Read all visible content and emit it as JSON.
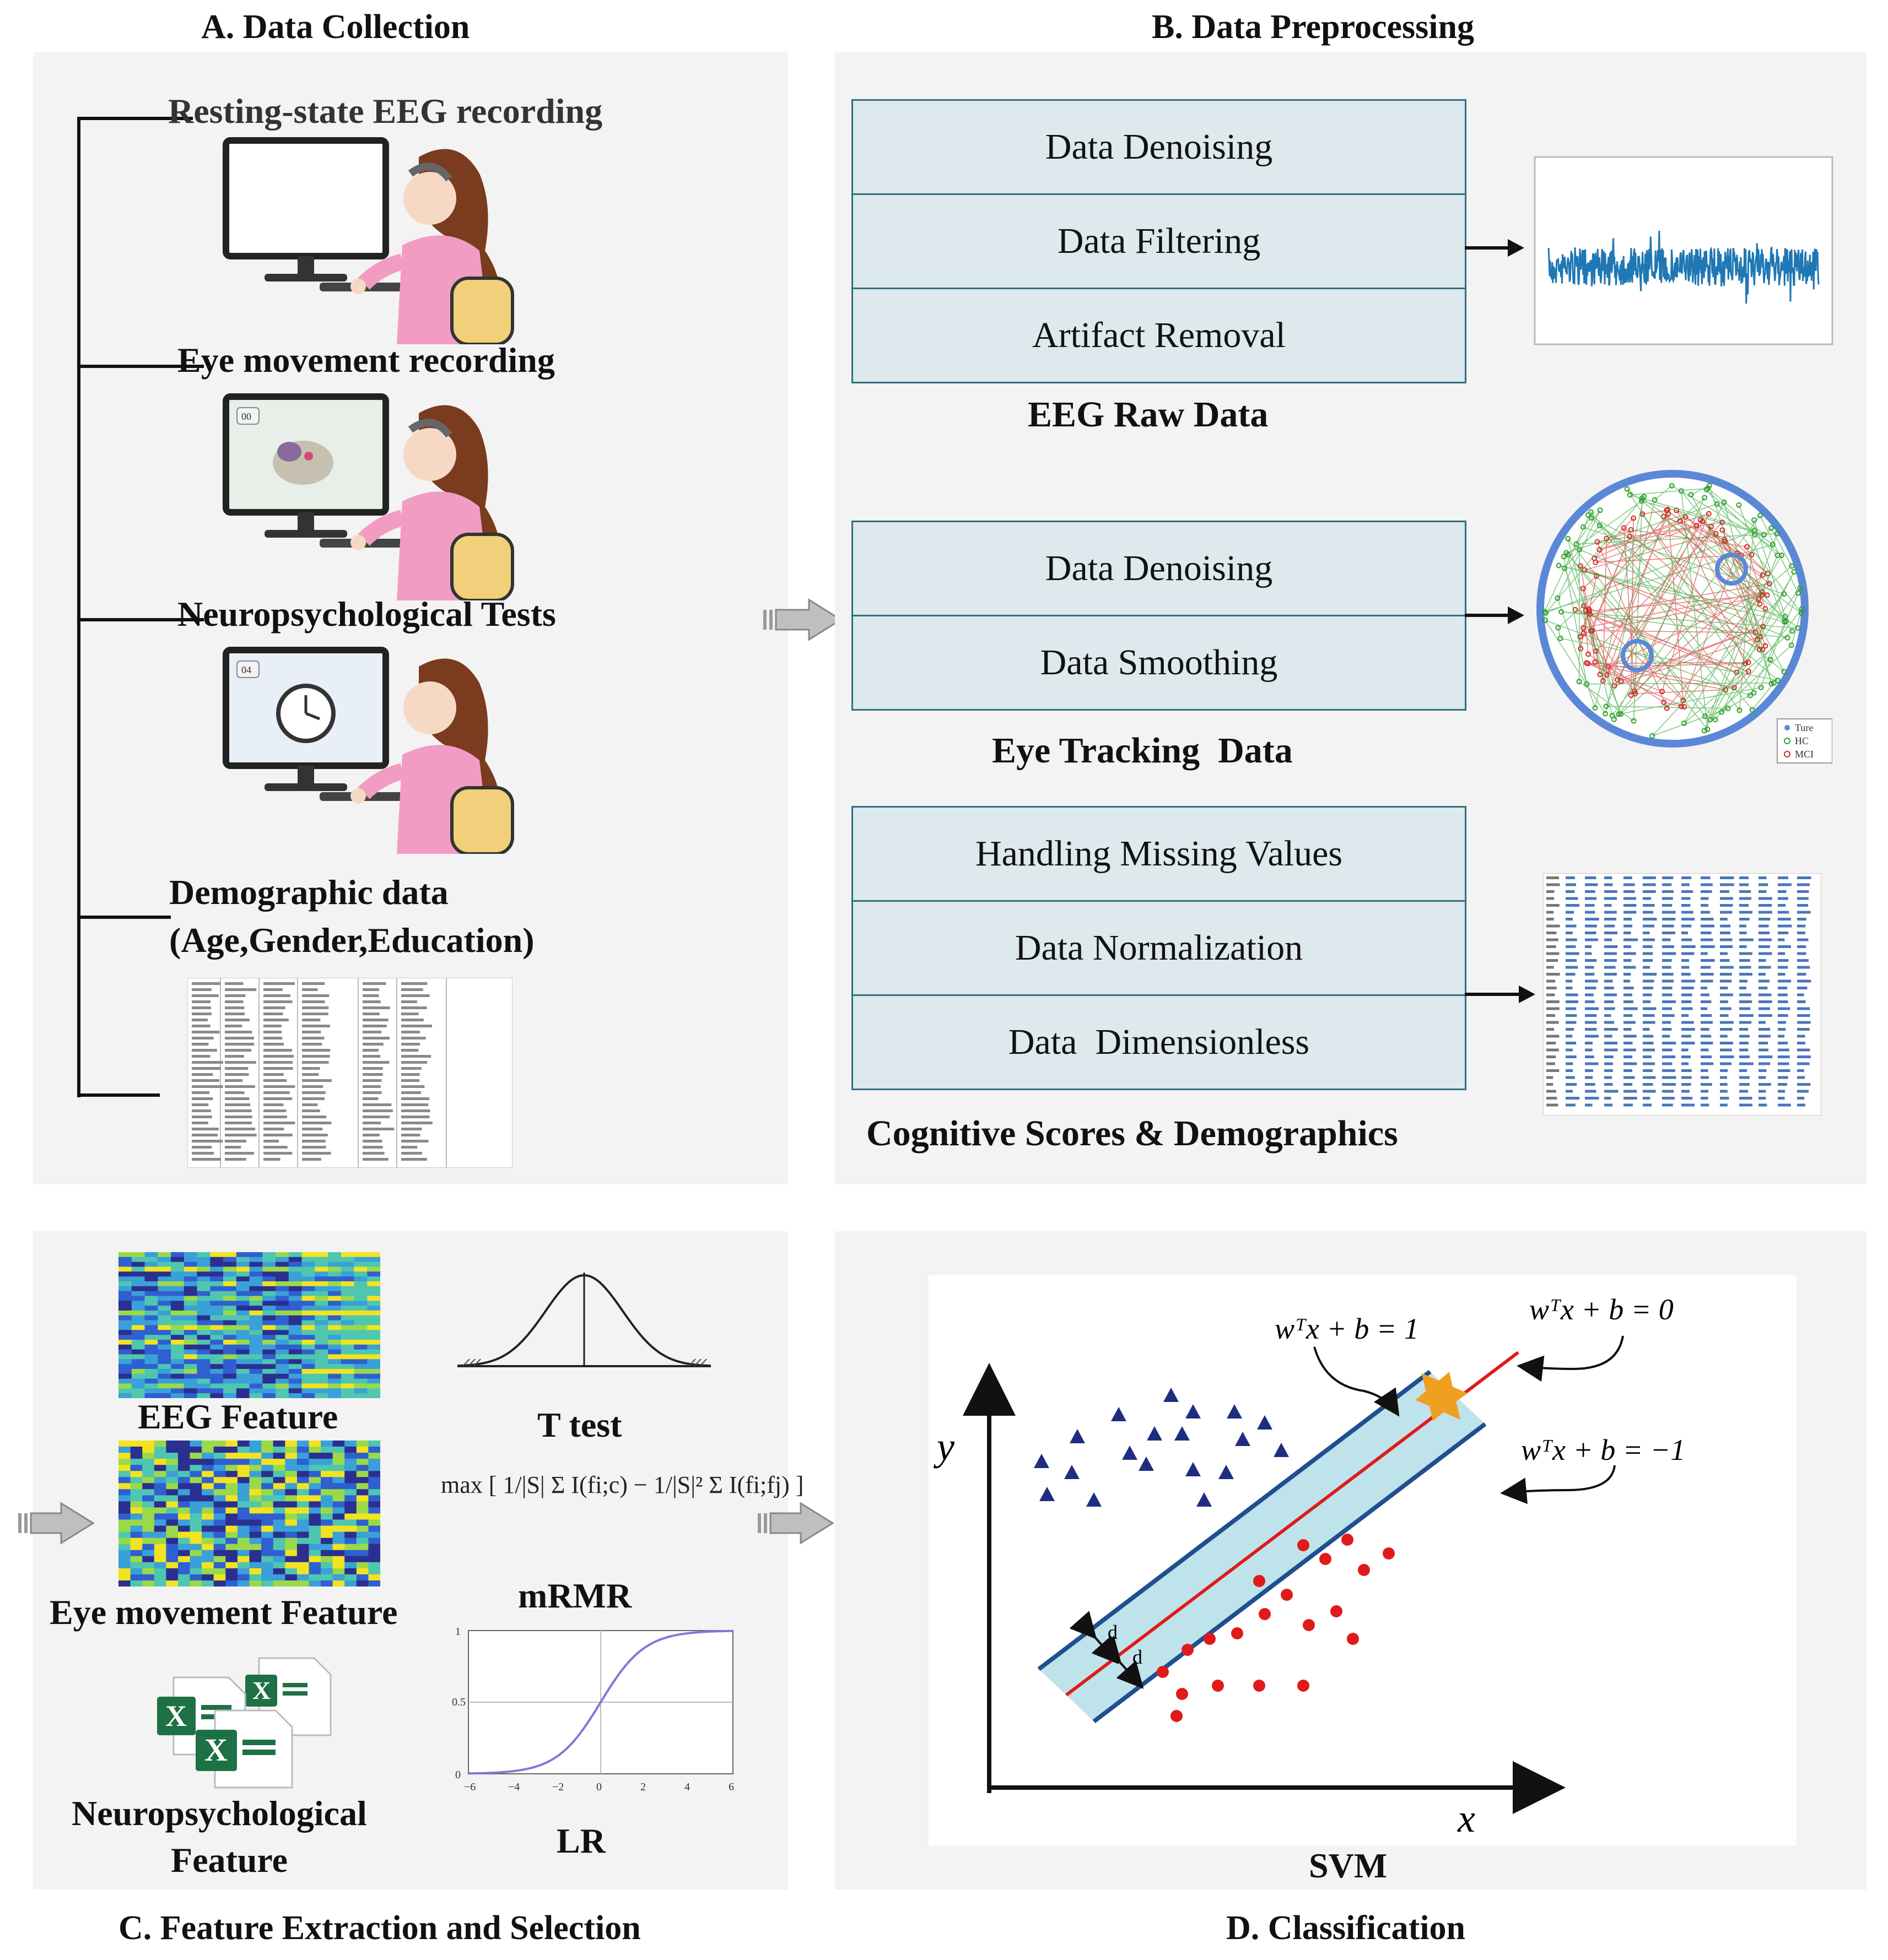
{
  "panels": {
    "a": {
      "title": "A.  Data Collection",
      "items": [
        "Resting-state EEG recording",
        "Eye movement recording",
        "Neuropsychological Tests",
        "Demographic data",
        "(Age,Gender,Education)"
      ]
    },
    "b": {
      "title": "B.  Data Preprocessing",
      "eeg": {
        "steps": [
          "Data Denoising",
          "Data Filtering",
          "Artifact Removal"
        ],
        "caption": "EEG Raw Data"
      },
      "eye": {
        "steps": [
          "Data Denoising",
          "Data Smoothing"
        ],
        "caption": "Eye Tracking  Data"
      },
      "cog": {
        "steps": [
          "Handling Missing Values",
          "Data Normalization",
          "Data  Dimensionless"
        ],
        "caption": "Cognitive Scores & Demographics"
      },
      "eye_legend": [
        "Ture",
        "HC",
        "MCI"
      ]
    },
    "c": {
      "title": "C. Feature Extraction and Selection",
      "features": [
        "EEG Feature",
        "Eye movement Feature",
        "Neuropsychological",
        "Feature"
      ],
      "methods": [
        "T test",
        "mRMR",
        "LR"
      ],
      "mrmr_formula": "max [ 1/|S| Σ I(fi;c) − 1/|S|² Σ I(fi;fj) ]",
      "lr_xticks": [
        "−6",
        "−4",
        "−2",
        "0",
        "2",
        "4",
        "6"
      ],
      "lr_yticks": [
        "0",
        "0.5",
        "1"
      ]
    },
    "d": {
      "title": "D. Classification",
      "caption": "SVM",
      "equations": [
        "wᵀx + b = 1",
        "wᵀx + b = 0",
        "wᵀx + b = −1"
      ],
      "axis_x": "x",
      "axis_y": "y",
      "margin_label": "d"
    }
  },
  "colors": {
    "panel_bg": "#f3f3f3",
    "box_fill": "#dde9ec",
    "box_border": "#2f6f80",
    "svm_triangle": "#1f2d80",
    "svm_circle": "#e01a1a",
    "svm_margin": "#bfe3ea",
    "svm_boundary": "#e01a1a",
    "svm_edge": "#1f4f8f",
    "svm_arrow": "#f0a020",
    "eeg_signal": "#1f77b4"
  }
}
